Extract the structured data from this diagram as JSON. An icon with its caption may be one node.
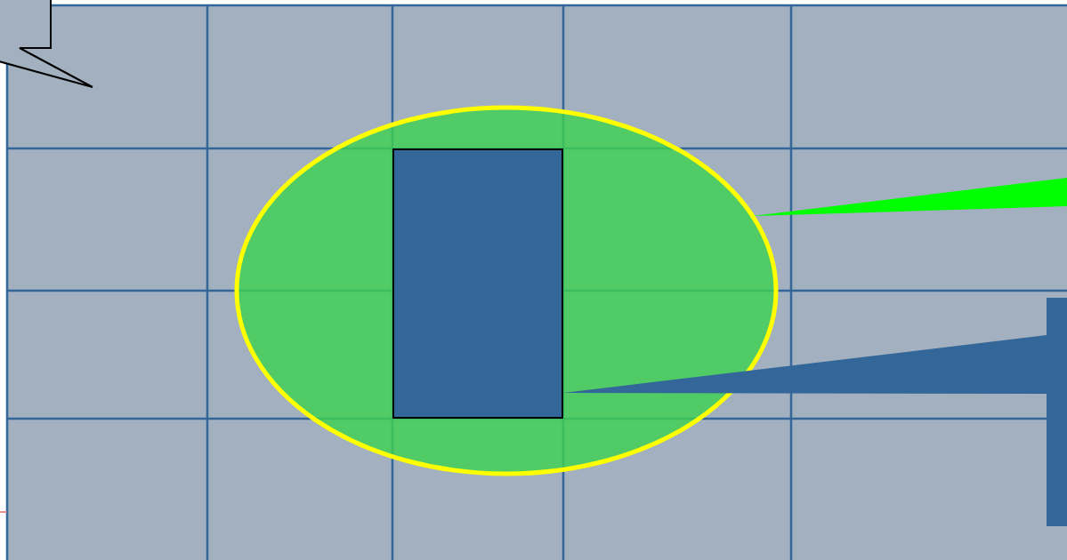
{
  "diagram": {
    "nodes": [
      {
        "text": [],
        "shape": "callout"
      },
      {
        "text": [],
        "shape": "ellipse"
      },
      {
        "text": [],
        "shape": "box",
        "in": 1
      },
      {
        "text": [],
        "shape": "bar"
      }
    ],
    "edges": [
      {
        "from": null,
        "to": 1,
        "arrow": "to",
        "color": "#00ff00"
      },
      {
        "from": 3,
        "to": 2,
        "arrow": "to"
      }
    ]
  }
}
